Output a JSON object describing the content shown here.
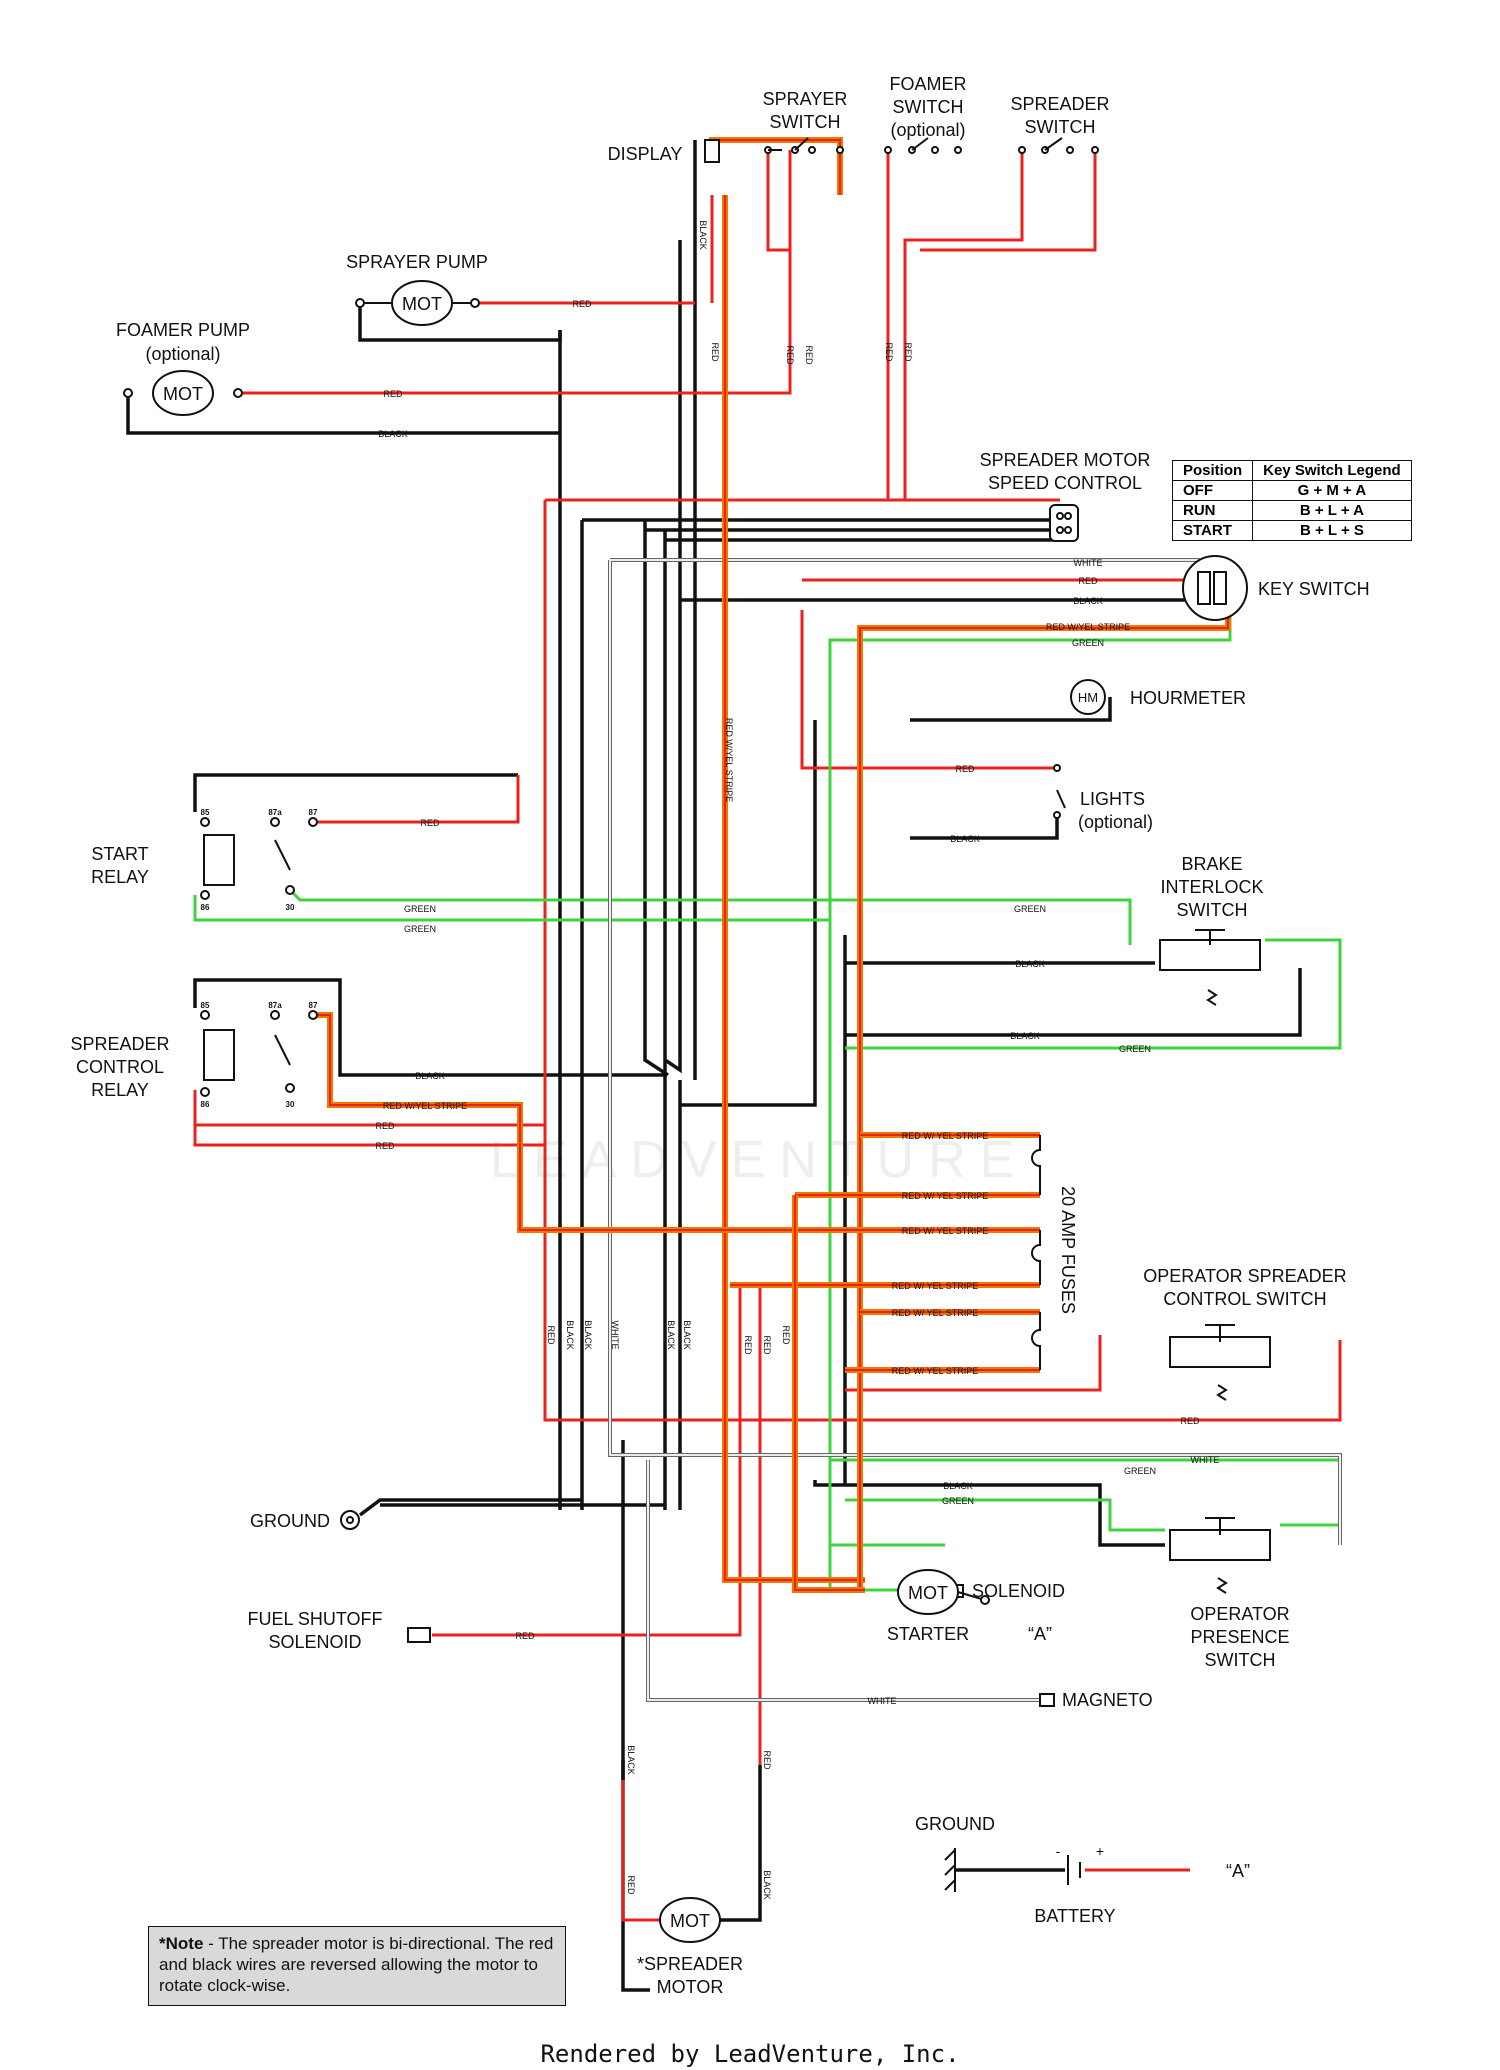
{
  "components": {
    "display": "DISPLAY",
    "sprayer_switch": [
      "SPRAYER",
      "SWITCH"
    ],
    "foamer_switch": [
      "FOAMER",
      "SWITCH",
      "(optional)"
    ],
    "spreader_switch": [
      "SPREADER",
      "SWITCH"
    ],
    "sprayer_pump": "SPRAYER PUMP",
    "foamer_pump": [
      "FOAMER PUMP",
      "(optional)"
    ],
    "speed_control": [
      "SPREADER MOTOR",
      "SPEED CONTROL"
    ],
    "key_switch": "KEY SWITCH",
    "hourmeter": "HOURMETER",
    "lights": [
      "LIGHTS",
      "(optional)"
    ],
    "brake_switch": [
      "BRAKE",
      "INTERLOCK",
      "SWITCH"
    ],
    "start_relay": [
      "START",
      "RELAY"
    ],
    "spreader_relay": [
      "SPREADER",
      "CONTROL",
      "RELAY"
    ],
    "fuses": "20 AMP FUSES",
    "op_spreader_switch": [
      "OPERATOR SPREADER",
      "CONTROL SWITCH"
    ],
    "ground": "GROUND",
    "solenoid": "SOLENOID",
    "starter": "STARTER",
    "fuel_solenoid": [
      "FUEL SHUTOFF",
      "SOLENOID"
    ],
    "magneto": "MAGNETO",
    "op_presence_switch": [
      "OPERATOR",
      "PRESENCE",
      "SWITCH"
    ],
    "spreader_motor": [
      "*SPREADER",
      "MOTOR"
    ],
    "battery": "BATTERY",
    "ground2": "GROUND",
    "a_ref": "“A”",
    "mot": "MOT",
    "hm": "HM",
    "plus": "+",
    "minus": "-"
  },
  "relay_pins": [
    "85",
    "87a",
    "87",
    "86",
    "30"
  ],
  "wire_labels": {
    "red": "RED",
    "black": "BLACK",
    "white": "WHITE",
    "green": "GREEN",
    "ry_stripe": "RED W/YEL STRIPE",
    "ry_stripe_w": "RED W/ YEL STRIPE"
  },
  "legend": {
    "headers": [
      "Position",
      "Key Switch Legend"
    ],
    "rows": [
      {
        "pos": "OFF",
        "val": "G + M + A"
      },
      {
        "pos": "RUN",
        "val": "B + L + A"
      },
      {
        "pos": "START",
        "val": "B + L + S"
      }
    ]
  },
  "note": {
    "bold": "*Note",
    "text": " - The spreader motor is bi-directional. The red and black wires are reversed allowing the motor to rotate clock-wise."
  },
  "watermark": "LEADVENTURE",
  "footer": "Rendered by LeadVenture, Inc.",
  "colors": {
    "red": "#e8221c",
    "black": "#111111",
    "green": "#3fd43f",
    "orange": "#f07800",
    "white": "#ffffff"
  }
}
